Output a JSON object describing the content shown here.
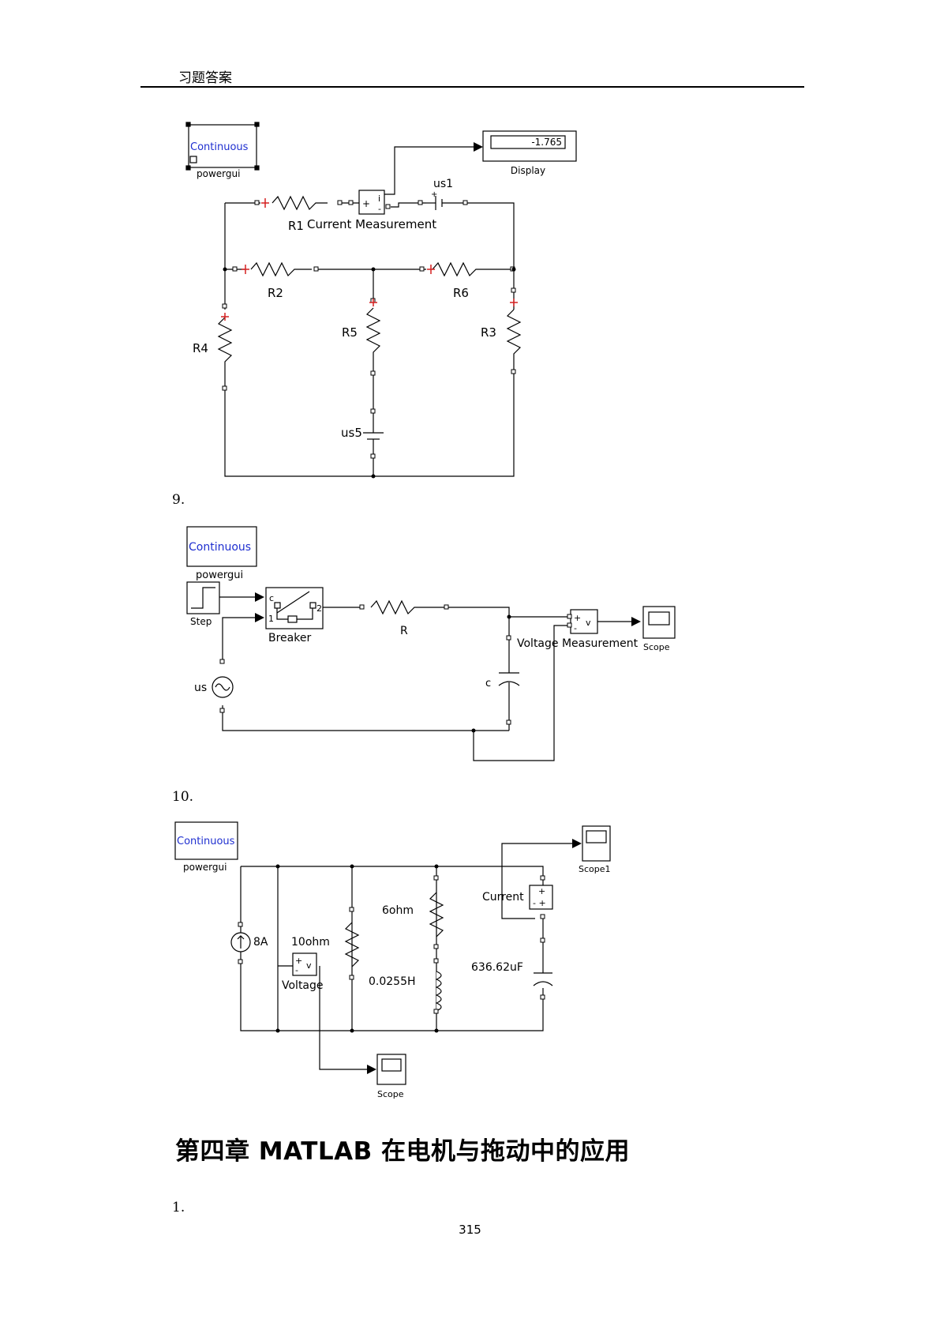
{
  "header": {
    "title": "习题答案"
  },
  "figure1": {
    "powergui_mode": "Continuous",
    "powergui_label": "powergui",
    "display_value": "-1.765",
    "display_label": "Display",
    "source_us1": "us1",
    "meter_plus": "+",
    "meter_i": "i",
    "meter_minus": "-",
    "src_plus": "+",
    "r1": "R1",
    "current_measurement": "Current Measurement",
    "r2": "R2",
    "r6": "R6",
    "r4": "R4",
    "r5": "R5",
    "r3": "R3",
    "us5": "us5"
  },
  "item9": "9.",
  "figure2": {
    "powergui_mode": "Continuous",
    "powergui_label": "powergui",
    "step": "Step",
    "breaker": "Breaker",
    "breaker_c": "c",
    "breaker_1": "1",
    "breaker_2": "2",
    "r": "R",
    "voltage_measurement": "Voltage Measurement",
    "scope": "Scope",
    "c": "c",
    "us": "us",
    "vm_plus": "+",
    "vm_minus": "-",
    "vm_v": "v"
  },
  "item10": "10.",
  "figure3": {
    "powergui_mode": "Continuous",
    "powergui_label": "powergui",
    "scope1": "Scope1",
    "current": "Current",
    "source": "8A",
    "r10": "10ohm",
    "voltage": "Voltage",
    "r6": "6ohm",
    "l": "0.0255H",
    "c": "636.62uF",
    "scope": "Scope",
    "vm_plus": "+",
    "vm_minus": "-",
    "vm_v": "v",
    "cm_plus": "+",
    "cm_minus": "- +"
  },
  "chapter_title": "第四章  MATLAB 在电机与拖动中的应用",
  "item1": "1.",
  "page_number": "315",
  "colors": {
    "powergui_text": "#1f2fd0",
    "polarity_marker": "#d42020"
  },
  "icons": [
    "resistor-icon",
    "dc-source-icon",
    "ac-source-icon",
    "current-source-icon",
    "capacitor-icon",
    "inductor-icon",
    "scope-icon",
    "step-icon",
    "arrow-icon"
  ]
}
